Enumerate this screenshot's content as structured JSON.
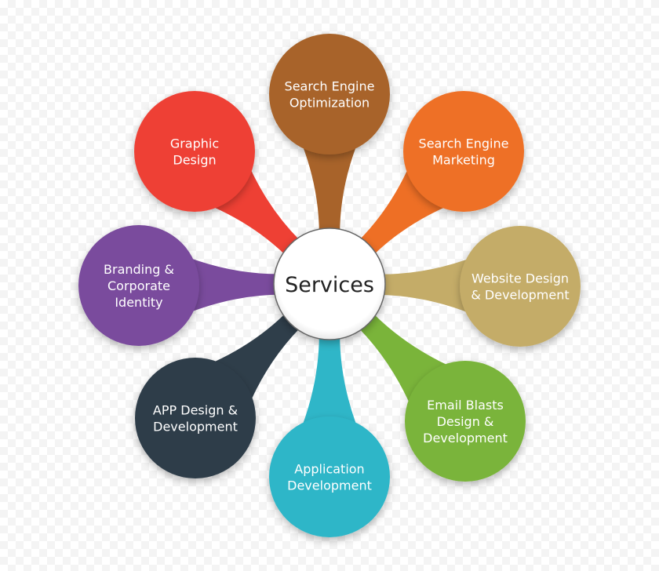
{
  "hub": {
    "label": "Services",
    "fill": "#ffffff",
    "stroke": "#555555"
  },
  "nodes": [
    {
      "id": "seo",
      "name": "search-engine-optimization-node",
      "lines": [
        "Search Engine",
        "Optimization"
      ],
      "color": "#a8632a"
    },
    {
      "id": "sem",
      "name": "search-engine-marketing-node",
      "lines": [
        "Search Engine",
        "Marketing"
      ],
      "color": "#ee6f25"
    },
    {
      "id": "web",
      "name": "website-design-node",
      "lines": [
        "Website Design",
        "& Development"
      ],
      "color": "#c4ac68"
    },
    {
      "id": "email",
      "name": "email-blasts-node",
      "lines": [
        "Email Blasts",
        "Design &",
        "Development"
      ],
      "color": "#7ab43a"
    },
    {
      "id": "app",
      "name": "application-development-node",
      "lines": [
        "Application",
        "Development"
      ],
      "color": "#2fb6c8"
    },
    {
      "id": "appdesign",
      "name": "app-design-node",
      "lines": [
        "APP Design &",
        "Development"
      ],
      "color": "#2f3e4a"
    },
    {
      "id": "brand",
      "name": "branding-node",
      "lines": [
        "Branding &",
        "Corporate",
        "Identity"
      ],
      "color": "#7a4b9d"
    },
    {
      "id": "graphic",
      "name": "graphic-design-node",
      "lines": [
        "Graphic",
        "Design"
      ],
      "color": "#ee4034"
    }
  ]
}
